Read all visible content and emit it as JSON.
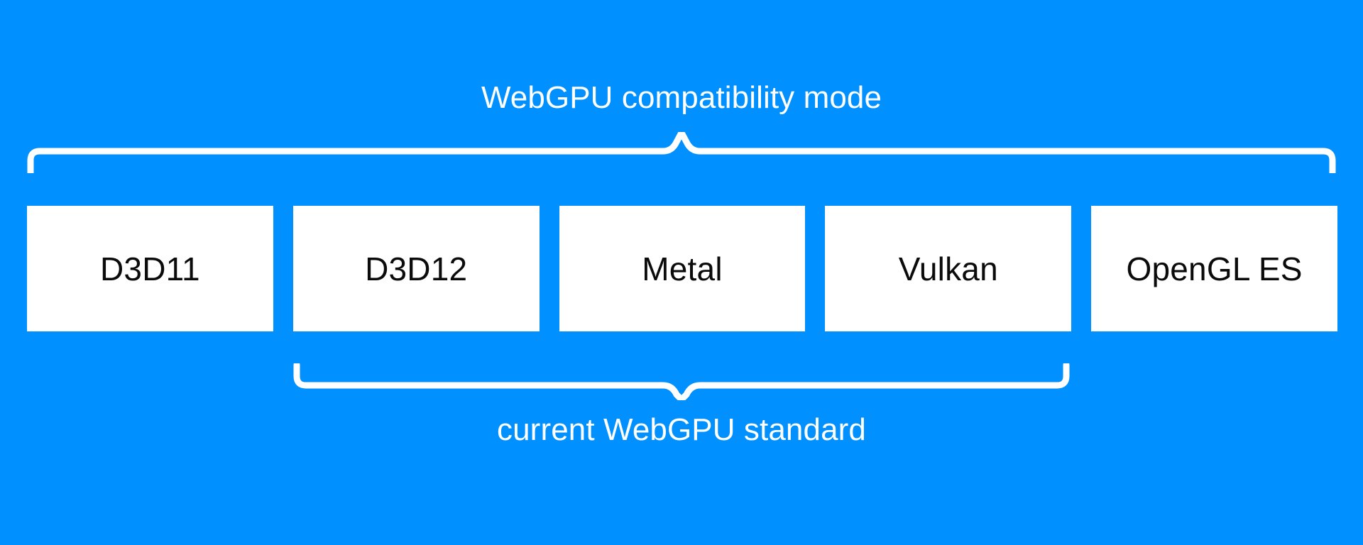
{
  "diagram": {
    "type": "bracket-grouping-diagram",
    "background_color": "#0090ff",
    "box_fill_color": "#ffffff",
    "box_text_color": "#0b0b0b",
    "brace_color": "#ffffff",
    "label_text_color": "#ffffff",
    "top_group": {
      "label": "WebGPU compatibility mode",
      "brace_name": "top-brace",
      "covers": [
        "D3D11",
        "D3D12",
        "Metal",
        "Vulkan",
        "OpenGL ES"
      ]
    },
    "bottom_group": {
      "label": "current WebGPU standard",
      "brace_name": "bottom-brace",
      "covers": [
        "D3D12",
        "Metal",
        "Vulkan"
      ]
    },
    "boxes": [
      {
        "label": "D3D11"
      },
      {
        "label": "D3D12"
      },
      {
        "label": "Metal"
      },
      {
        "label": "Vulkan"
      },
      {
        "label": "OpenGL ES"
      }
    ]
  }
}
